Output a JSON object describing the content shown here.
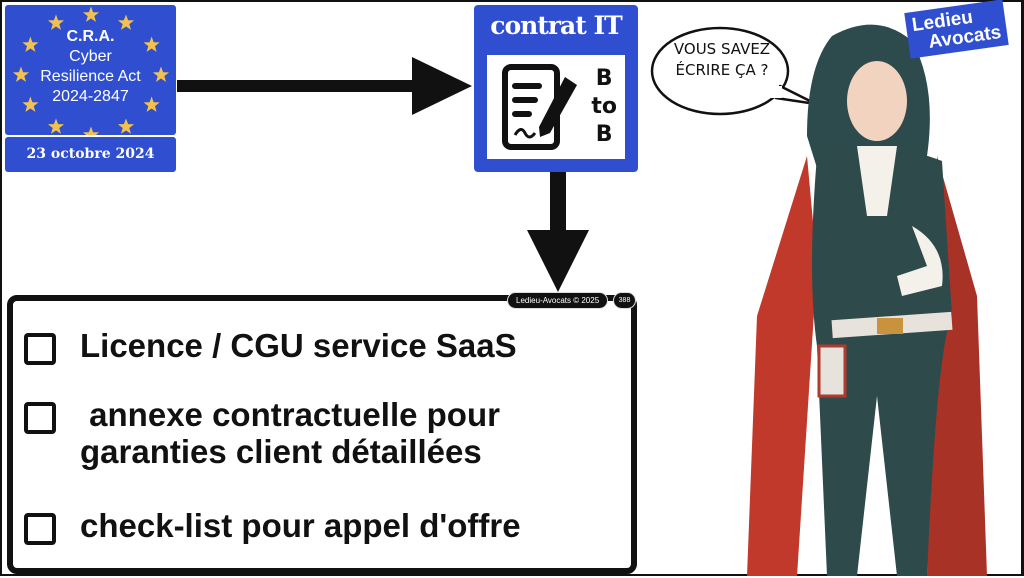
{
  "cra": {
    "line1": "C.R.A.",
    "line2": "Cyber",
    "line3": "Resilience Act",
    "line4": "2024-2847",
    "date": "23 octobre 2024"
  },
  "contrat": {
    "title": "contrat IT",
    "b1": "B",
    "to": "to",
    "b2": "B"
  },
  "footer": {
    "copyright": "Ledieu-Avocats © 2025",
    "page": "388"
  },
  "checklist": [
    {
      "text": "Licence / CGU service SaaS"
    },
    {
      "text": " annexe contractuelle pour garanties client détaillées"
    },
    {
      "text": "check-list pour appel d'offre"
    }
  ],
  "bubble": {
    "text": "VOUS SAVEZ ÉCRIRE ÇA ?"
  },
  "logo": {
    "line1": "Ledieu",
    "line2": "Avocats"
  },
  "colors": {
    "blue": "#2f4fd0",
    "star": "#f2c14e"
  }
}
